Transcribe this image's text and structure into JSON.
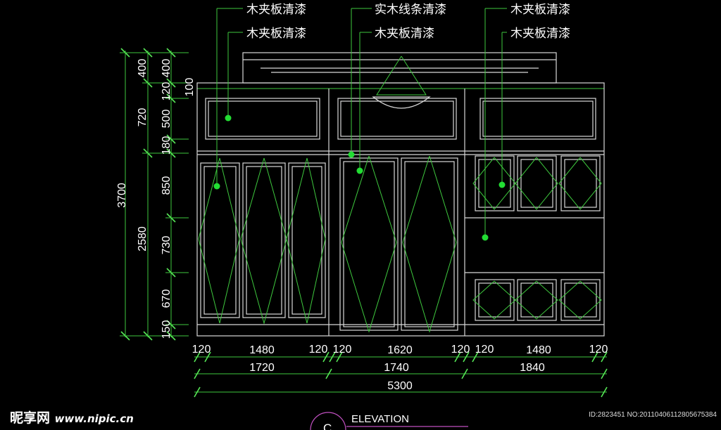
{
  "labels": {
    "top_left_1": "木夹板清漆",
    "top_left_2": "木夹板清漆",
    "top_mid_1": "实木线条清漆",
    "top_mid_2": "木夹板清漆",
    "top_right_1": "木夹板清漆",
    "top_right_2": "木夹板清漆"
  },
  "vertical_dims": {
    "outer": [
      "3700"
    ],
    "middle": [
      "400",
      "720",
      "2580"
    ],
    "inner": [
      "400",
      "120",
      "500",
      "180",
      "850",
      "730",
      "670",
      "150"
    ],
    "crown": "100"
  },
  "horizontal_dims": {
    "row1": [
      "120",
      "1480",
      "120",
      "120",
      "1620",
      "120",
      "120",
      "1480",
      "120"
    ],
    "row2": [
      "1720",
      "1740",
      "1840"
    ],
    "row3": [
      "5300"
    ]
  },
  "title": {
    "symbol": "C",
    "text": "ELEVATION"
  },
  "watermark": {
    "logo": "昵享网",
    "site": "www.nipic.cn",
    "id": "ID:2823451 NO:20110406112805675384"
  }
}
